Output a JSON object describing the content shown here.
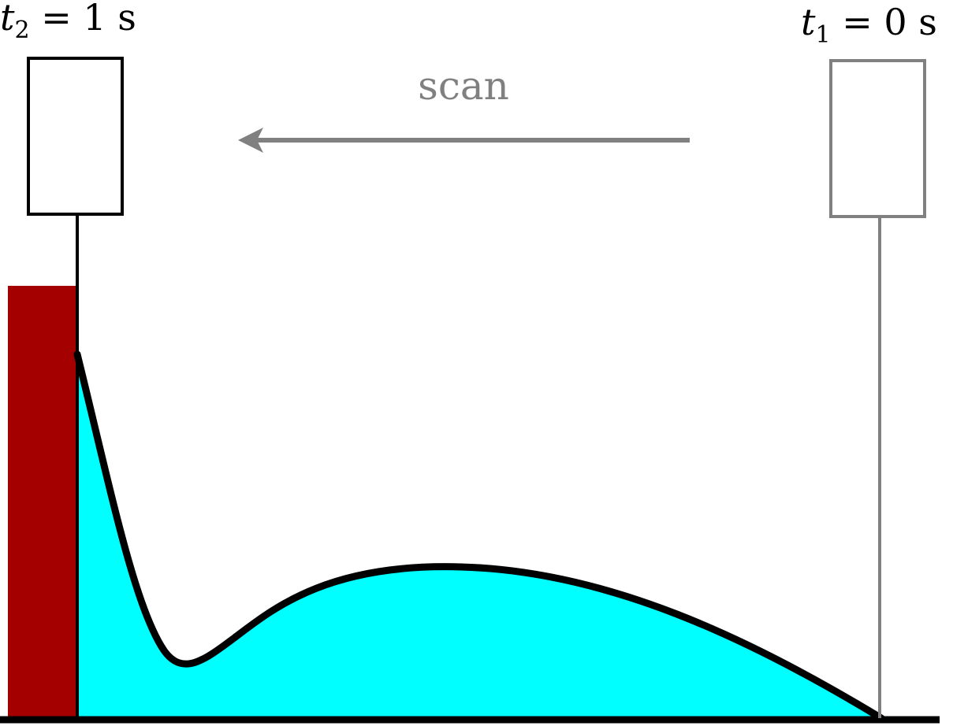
{
  "labels": {
    "probe_final_time": {
      "var": "t",
      "sub": "2",
      "rest": " = 1 s"
    },
    "probe_initial_time": {
      "var": "t",
      "sub": "1",
      "rest": " = 0 s"
    },
    "scan": "scan"
  },
  "colors": {
    "background": "#ffffff",
    "wall": "#a50000",
    "fluid": "#00ffff",
    "outline": "#000000",
    "probe_initial": "#808080",
    "probe_final": "#000000",
    "scan_arrow": "#808080"
  },
  "icons": {
    "scan_direction": "arrow-left-icon"
  }
}
